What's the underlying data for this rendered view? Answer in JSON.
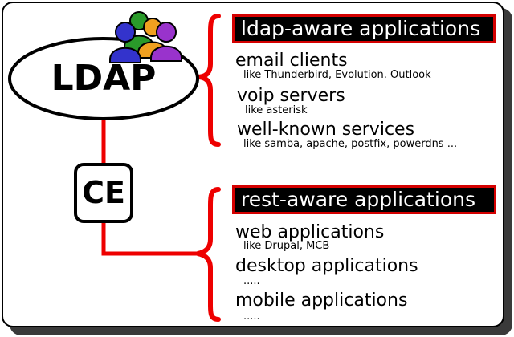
{
  "nodes": {
    "ldap": "LDAP",
    "ce": "CE"
  },
  "groups": [
    {
      "heading": "ldap-aware applications",
      "items": [
        {
          "title": "email clients",
          "note": "like Thunderbird, Evolution. Outlook"
        },
        {
          "title": "voip servers",
          "note": "like asterisk"
        },
        {
          "title": "well-known services",
          "note": "like samba, apache, postfix, powerdns ..."
        }
      ]
    },
    {
      "heading": "rest-aware applications",
      "items": [
        {
          "title": "web applications",
          "note": "like Drupal, MCB"
        },
        {
          "title": "desktop applications",
          "note": "....."
        },
        {
          "title": "mobile applications",
          "note": "....."
        }
      ]
    }
  ],
  "colors": {
    "connector": "#ee0000",
    "heading_border": "#d40000",
    "people": [
      "#3333cc",
      "#2a9a2a",
      "#f0a020",
      "#9933cc"
    ]
  },
  "icons": [
    "people-group-icon"
  ]
}
